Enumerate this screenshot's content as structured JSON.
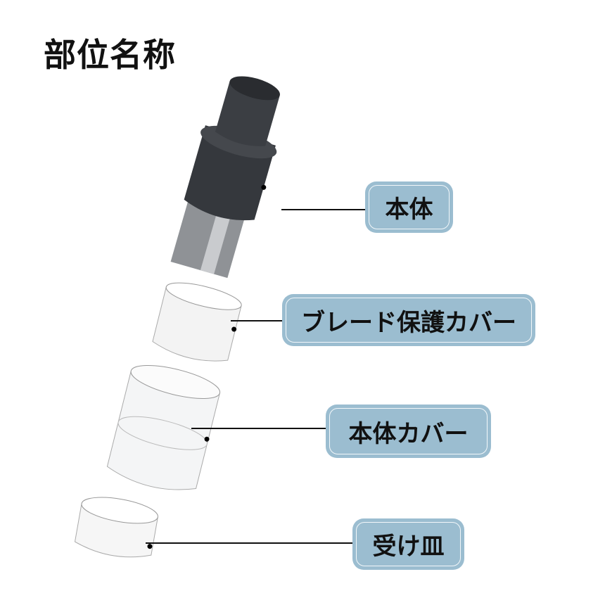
{
  "title": "部位名称",
  "parts": [
    {
      "label": "本体"
    },
    {
      "label": "ブレード保護カバー"
    },
    {
      "label": "本体カバー"
    },
    {
      "label": "受け皿"
    }
  ],
  "colors": {
    "label_bg": "#9bbdd0",
    "body": "#3a3d42"
  }
}
